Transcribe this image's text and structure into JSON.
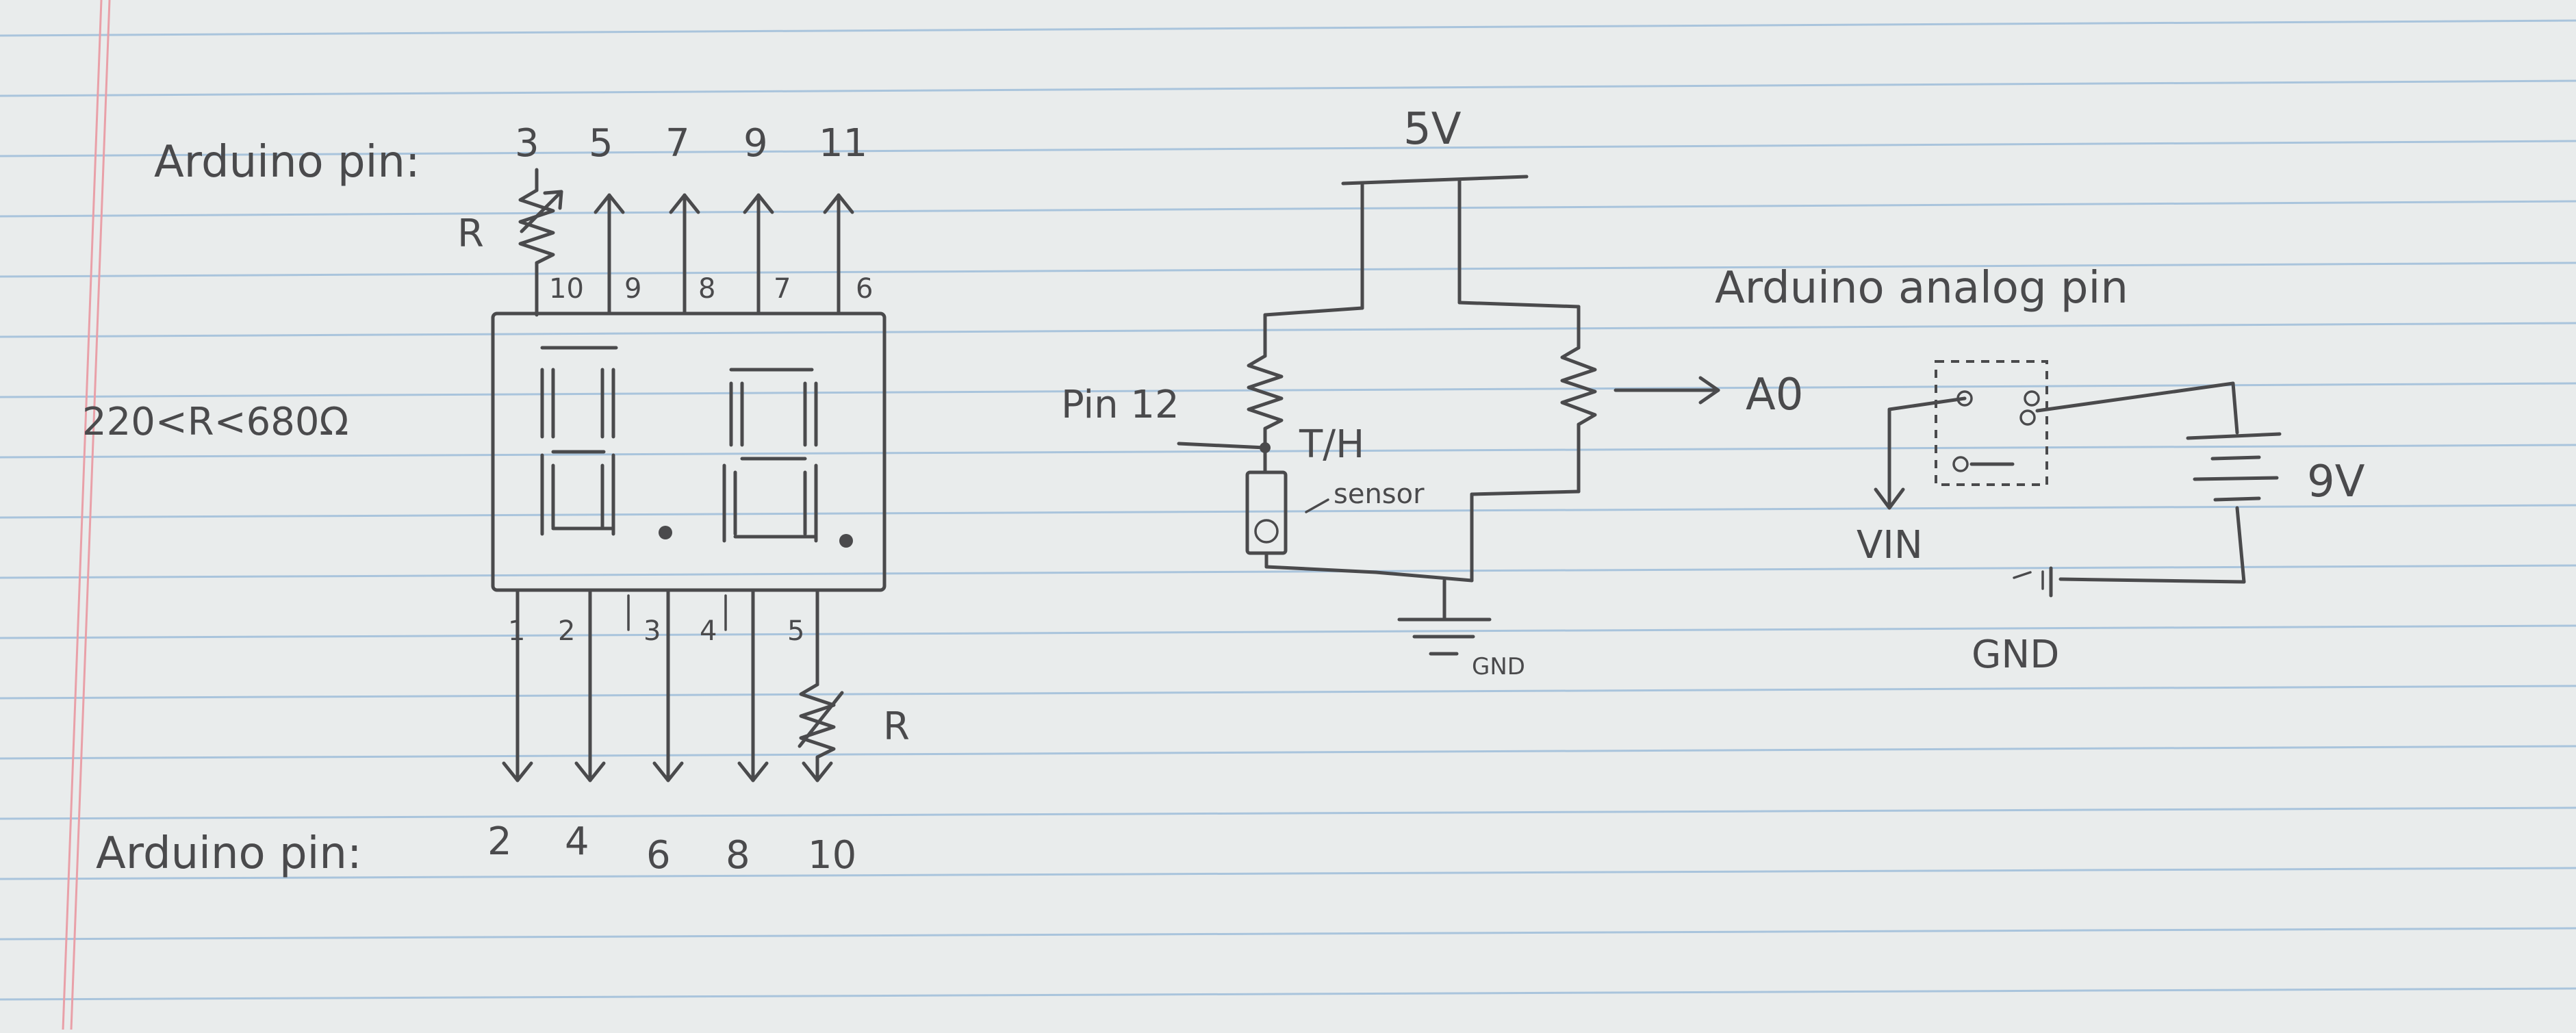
{
  "display": {
    "top_heading": "Arduino pin:",
    "top_pins": [
      "3",
      "5",
      "7",
      "9",
      "11"
    ],
    "top_segment_pins": [
      "10",
      "9",
      "8",
      "7",
      "6"
    ],
    "resistor_label": "R",
    "resistor_range": "220<R<680Ω",
    "bottom_segment_pins": [
      "1",
      "2",
      "3",
      "4",
      "5"
    ],
    "bottom_heading": "Arduino pin:",
    "bottom_pins": [
      "2",
      "4",
      "6",
      "8",
      "10"
    ],
    "bottom_resistor_label": "R"
  },
  "sensor": {
    "supply": "5V",
    "pin_label": "Pin 12",
    "sensor_label": "T/H",
    "sensor_sub": "sensor",
    "ground": "GND",
    "output": "A0"
  },
  "power": {
    "heading": "Arduino analog pin",
    "battery": "9V",
    "vin": "VIN",
    "ground": "GND"
  },
  "colors": {
    "paper": "#e9ecec",
    "ink": "#4a4a4c",
    "rule_line": "#a9c4dc",
    "margin_line": "#e9a0a8"
  }
}
